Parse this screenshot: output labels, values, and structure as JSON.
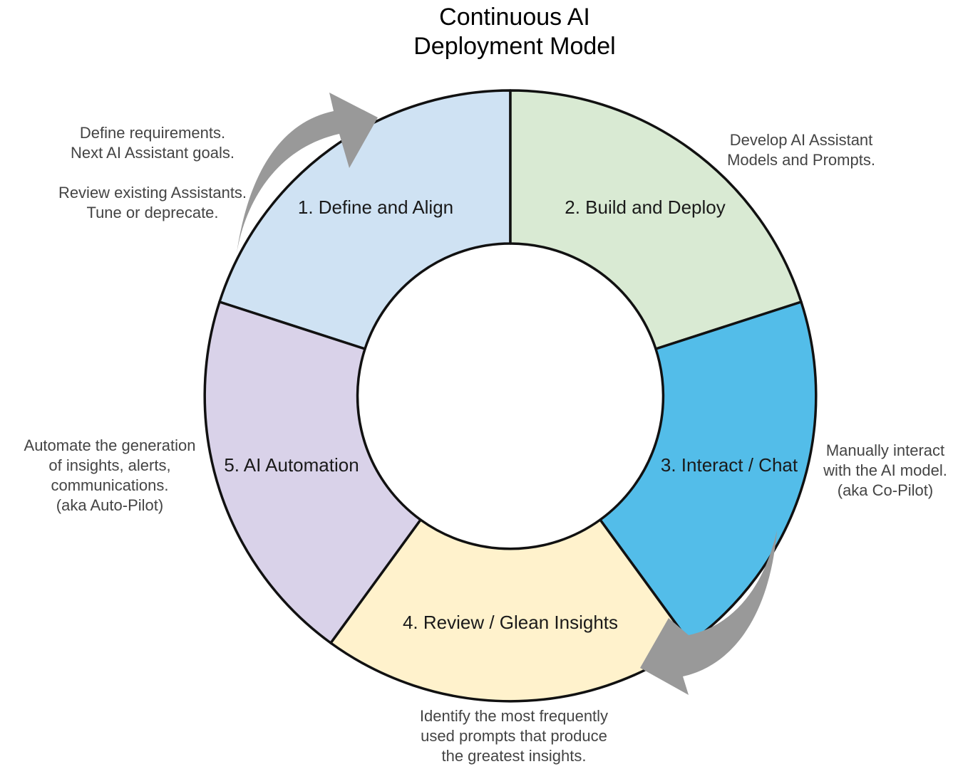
{
  "title": {
    "line1": "Continuous AI",
    "line2": "Deployment Model"
  },
  "colors": {
    "define_align": "#cfe2f3",
    "build_deploy": "#d9ead3",
    "interact_chat": "#53bde9",
    "review_insights": "#fff2cc",
    "ai_automation": "#d9d2e9",
    "arrow": "#999999",
    "outline": "#111111"
  },
  "segments": [
    {
      "id": "define_align",
      "label": "1. Define and Align"
    },
    {
      "id": "build_deploy",
      "label": "2. Build and Deploy"
    },
    {
      "id": "interact_chat",
      "label": "3. Interact / Chat"
    },
    {
      "id": "review_insights",
      "label": "4. Review / Glean Insights"
    },
    {
      "id": "ai_automation",
      "label": "5. AI Automation"
    }
  ],
  "notes": {
    "define_align": {
      "lines": [
        "Define requirements.",
        "Next AI Assistant goals."
      ],
      "lines2": [
        "Review existing Assistants.",
        "Tune or deprecate."
      ]
    },
    "build_deploy": {
      "lines": [
        "Develop AI Assistant",
        "Models and Prompts."
      ]
    },
    "interact_chat": {
      "lines": [
        "Manually interact",
        "with the AI model.",
        "(aka Co-Pilot)"
      ]
    },
    "review_insights": {
      "lines": [
        "Identify the most frequently",
        "used prompts that produce",
        "the greatest insights."
      ]
    },
    "ai_automation": {
      "lines": [
        "Automate the generation",
        "of insights, alerts,",
        "communications.",
        "(aka Auto-Pilot)"
      ]
    }
  }
}
